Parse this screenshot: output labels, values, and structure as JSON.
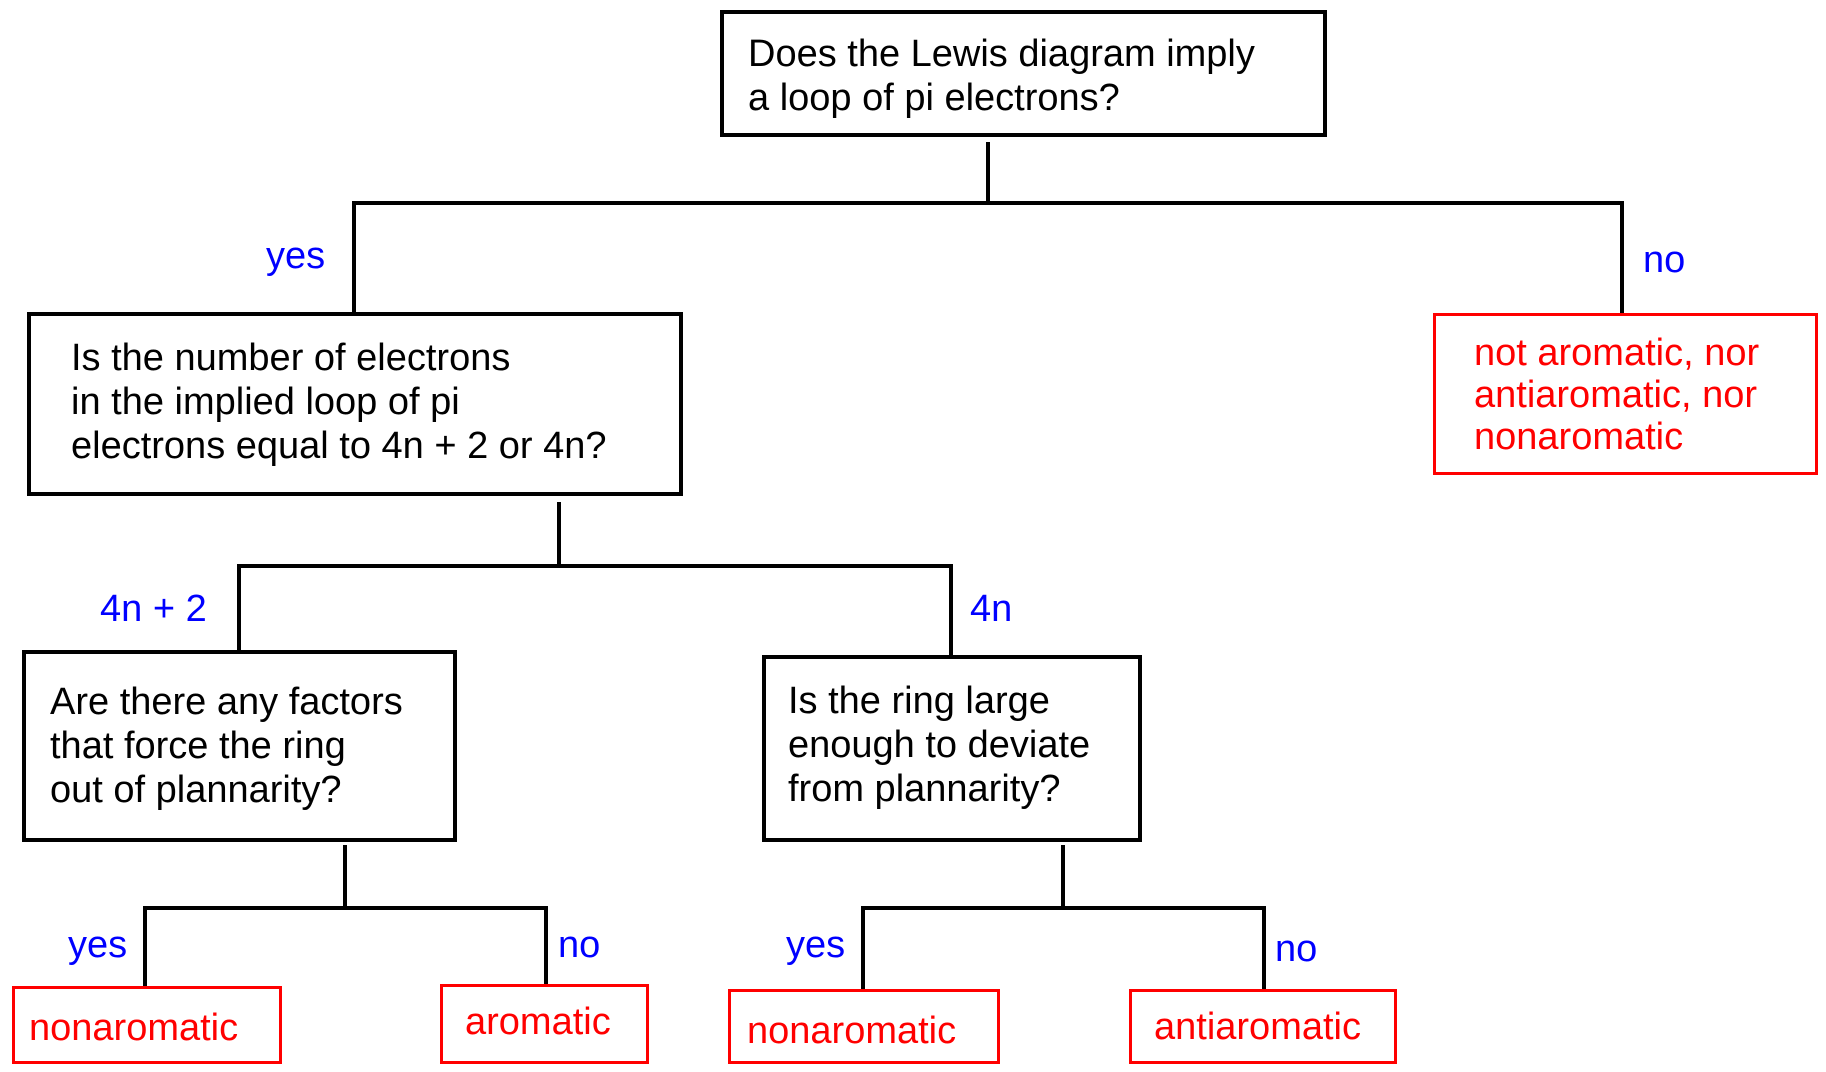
{
  "diagram": {
    "title": "Aromaticity decision tree",
    "colors": {
      "question_border": "#000000",
      "question_text": "#000000",
      "leaf_border": "#ff0000",
      "leaf_text": "#ff0000",
      "edge_label": "#0000ff",
      "connector": "#000000"
    },
    "nodes": {
      "q1": {
        "kind": "question",
        "text": "Does the Lewis diagram imply\na loop of pi electrons?"
      },
      "q2": {
        "kind": "question",
        "text": "Is the number of electrons\nin the implied loop of pi\nelectrons equal to 4n + 2 or 4n?"
      },
      "q3": {
        "kind": "question",
        "text": "Are there any factors\nthat force the ring\nout of plannarity?"
      },
      "q4": {
        "kind": "question",
        "text": "Is the ring large\nenough to deviate\nfrom plannarity?"
      },
      "leaf_none": {
        "kind": "result",
        "text": "not aromatic, nor\nantiaromatic, nor\nnonaromatic"
      },
      "leaf_q3_yes": {
        "kind": "result",
        "text": "nonaromatic"
      },
      "leaf_q3_no": {
        "kind": "result",
        "text": "aromatic"
      },
      "leaf_q4_yes": {
        "kind": "result",
        "text": "nonaromatic"
      },
      "leaf_q4_no": {
        "kind": "result",
        "text": "antiaromatic"
      }
    },
    "edges": [
      {
        "from": "q1",
        "to": "q2",
        "label": "yes"
      },
      {
        "from": "q1",
        "to": "leaf_none",
        "label": "no"
      },
      {
        "from": "q2",
        "to": "q3",
        "label": "4n + 2"
      },
      {
        "from": "q2",
        "to": "q4",
        "label": "4n"
      },
      {
        "from": "q3",
        "to": "leaf_q3_yes",
        "label": "yes"
      },
      {
        "from": "q3",
        "to": "leaf_q3_no",
        "label": "no"
      },
      {
        "from": "q4",
        "to": "leaf_q4_yes",
        "label": "yes"
      },
      {
        "from": "q4",
        "to": "leaf_q4_no",
        "label": "no"
      }
    ]
  }
}
